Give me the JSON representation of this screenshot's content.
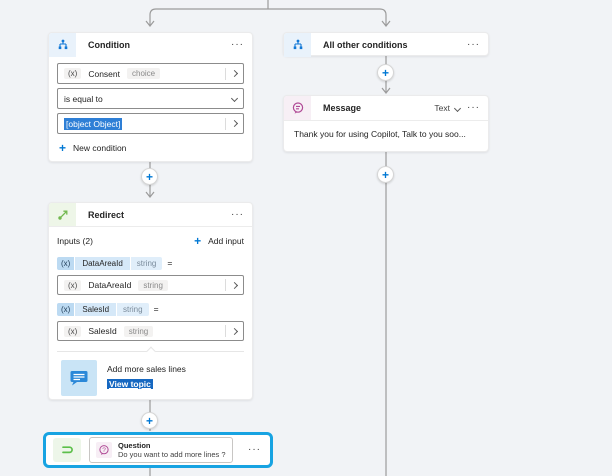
{
  "ui": {
    "menu_dots": "···",
    "plus": "+"
  },
  "colors": {
    "accent_blue": "#0078d4",
    "selection_blue": "#2e7fd6",
    "selected_node_border": "#17a3e2",
    "condition_icon": "#1077d6",
    "redirect_icon": "#71b84e",
    "message_icon": "#b04a96",
    "connector_gray": "#9b9b9b",
    "canvas_bg": "#f1f3f6"
  },
  "nodes": {
    "condition": {
      "title": "Condition",
      "variable_row": {
        "fx": "(x)",
        "name": "Consent",
        "type": "choice"
      },
      "operator": "is equal to",
      "value": "[object Object]",
      "new_condition_label": "New condition"
    },
    "all_other_conditions": {
      "title": "All other conditions"
    },
    "message": {
      "title": "Message",
      "type_selector": "Text",
      "body": "Thank you for using Copilot, Talk to you soo..."
    },
    "redirect": {
      "title": "Redirect",
      "inputs_label": "Inputs (2)",
      "add_input_label": "Add input",
      "rows": [
        {
          "kind": "assignment",
          "fx": "(x)",
          "name": "DataAreaId",
          "type": "string",
          "op": "="
        },
        {
          "kind": "input",
          "fx": "(x)",
          "name": "DataAreaId",
          "type": "string"
        },
        {
          "kind": "assignment",
          "fx": "(x)",
          "name": "SalesId",
          "type": "string",
          "op": "="
        },
        {
          "kind": "input",
          "fx": "(x)",
          "name": "SalesId",
          "type": "string"
        }
      ],
      "callout": {
        "text": "Add more sales lines",
        "link": "View topic"
      }
    },
    "question": {
      "title": "Question",
      "subtitle": "Do you want to add more lines ?"
    }
  }
}
